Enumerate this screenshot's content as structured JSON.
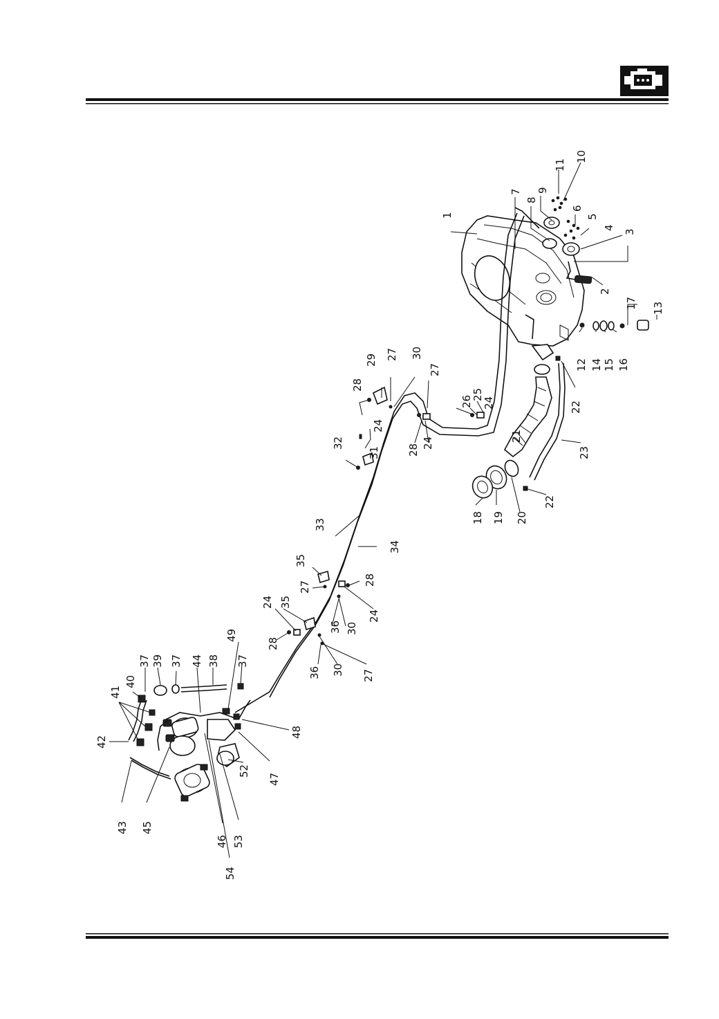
{
  "header": {
    "icon": "engine-icon"
  },
  "colors": {
    "ink": "#111111",
    "paper": "#ffffff"
  },
  "callouts": [
    {
      "label": "1"
    },
    {
      "label": "2"
    },
    {
      "label": "3"
    },
    {
      "label": "4"
    },
    {
      "label": "5"
    },
    {
      "label": "6"
    },
    {
      "label": "7"
    },
    {
      "label": "8"
    },
    {
      "label": "9"
    },
    {
      "label": "10"
    },
    {
      "label": "11"
    },
    {
      "label": "12"
    },
    {
      "label": "13"
    },
    {
      "label": "14"
    },
    {
      "label": "15"
    },
    {
      "label": "16"
    },
    {
      "label": "17"
    },
    {
      "label": "18"
    },
    {
      "label": "19"
    },
    {
      "label": "20"
    },
    {
      "label": "21"
    },
    {
      "label": "22"
    },
    {
      "label": "22"
    },
    {
      "label": "23"
    },
    {
      "label": "24"
    },
    {
      "label": "25"
    },
    {
      "label": "26"
    },
    {
      "label": "27"
    },
    {
      "label": "28"
    },
    {
      "label": "24"
    },
    {
      "label": "27"
    },
    {
      "label": "29"
    },
    {
      "label": "30"
    },
    {
      "label": "28"
    },
    {
      "label": "24"
    },
    {
      "label": "31"
    },
    {
      "label": "32"
    },
    {
      "label": "33"
    },
    {
      "label": "34"
    },
    {
      "label": "35"
    },
    {
      "label": "27"
    },
    {
      "label": "28"
    },
    {
      "label": "24"
    },
    {
      "label": "30"
    },
    {
      "label": "36"
    },
    {
      "label": "35"
    },
    {
      "label": "24"
    },
    {
      "label": "28"
    },
    {
      "label": "27"
    },
    {
      "label": "30"
    },
    {
      "label": "36"
    },
    {
      "label": "49"
    },
    {
      "label": "37"
    },
    {
      "label": "38"
    },
    {
      "label": "44"
    },
    {
      "label": "37"
    },
    {
      "label": "39"
    },
    {
      "label": "37"
    },
    {
      "label": "40"
    },
    {
      "label": "41"
    },
    {
      "label": "42"
    },
    {
      "label": "48"
    },
    {
      "label": "47"
    },
    {
      "label": "52"
    },
    {
      "label": "53"
    },
    {
      "label": "54"
    },
    {
      "label": "46"
    },
    {
      "label": "45"
    },
    {
      "label": "43"
    }
  ]
}
